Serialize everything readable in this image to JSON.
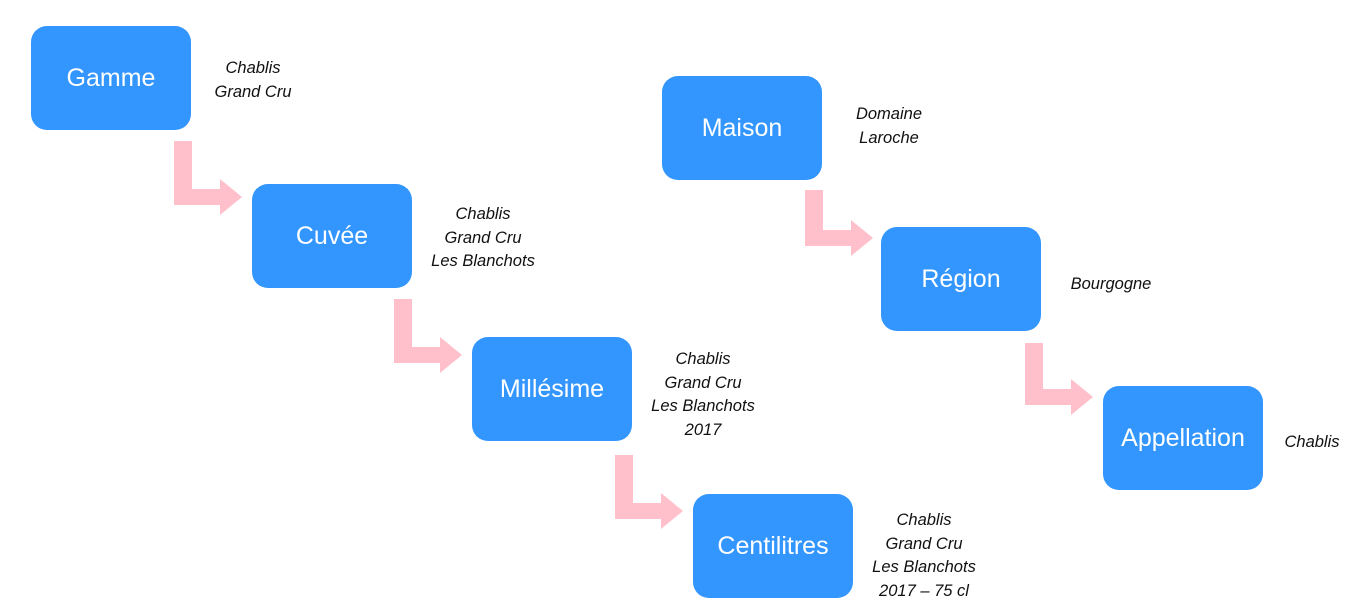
{
  "colors": {
    "node_fill": "#3396FF",
    "node_text": "#FFFFFF",
    "arrow": "#FFC0CB",
    "label_text": "#111111"
  },
  "left_chain": {
    "nodes": [
      {
        "label": "Gamme",
        "description": [
          "Chablis",
          "Grand Cru"
        ]
      },
      {
        "label": "Cuvée",
        "description": [
          "Chablis",
          "Grand Cru",
          "Les Blanchots"
        ]
      },
      {
        "label": "Millésime",
        "description": [
          "Chablis",
          "Grand Cru",
          "Les Blanchots",
          "2017"
        ]
      },
      {
        "label": "Centilitres",
        "description": [
          "Chablis",
          "Grand Cru",
          "Les Blanchots",
          "2017 – 75 cl"
        ]
      }
    ]
  },
  "right_chain": {
    "nodes": [
      {
        "label": "Maison",
        "description": [
          "Domaine",
          "Laroche"
        ]
      },
      {
        "label": "Région",
        "description": [
          "Bourgogne"
        ]
      },
      {
        "label": "Appellation",
        "description": [
          "Chablis"
        ]
      }
    ]
  }
}
